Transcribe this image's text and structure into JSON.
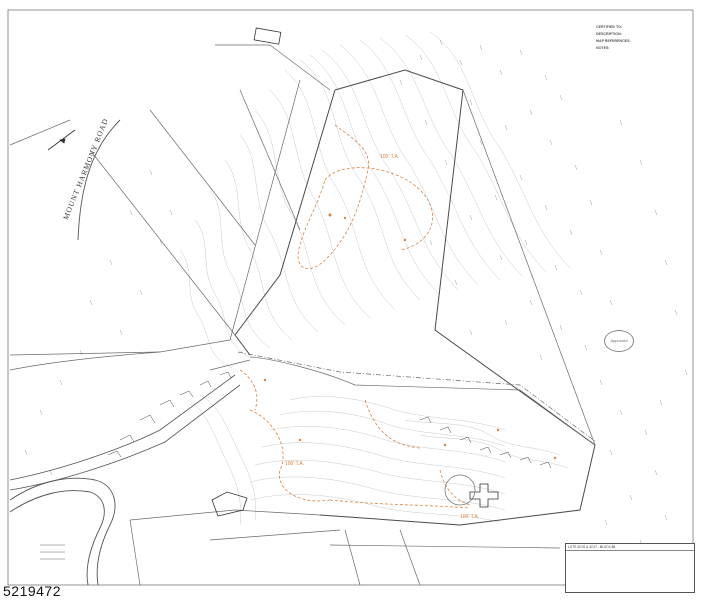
{
  "document": {
    "kind": "survey plat",
    "listing_number": "5219472",
    "road_name": "MOUNT HARMONY ROAD",
    "contour_label_1": "100' T.A.",
    "contour_label_2": "100' T.A.",
    "contour_label_3": "100' T.A.",
    "notes_heading_1": "CERTIFIED TO:",
    "notes_heading_2": "DESCRIPTION:",
    "notes_heading_3": "MAP REFERENCES:",
    "notes_heading_4": "NOTES:",
    "approved_stamp": "Approved",
    "title_block": "LOTS 32.02 & 32.07 - BLOCK 86"
  },
  "colors": {
    "boundary": "#4a4a4a",
    "contour": "#b8b8b8",
    "orange": "#d9823b",
    "handwriting": "#3b4a9a"
  }
}
